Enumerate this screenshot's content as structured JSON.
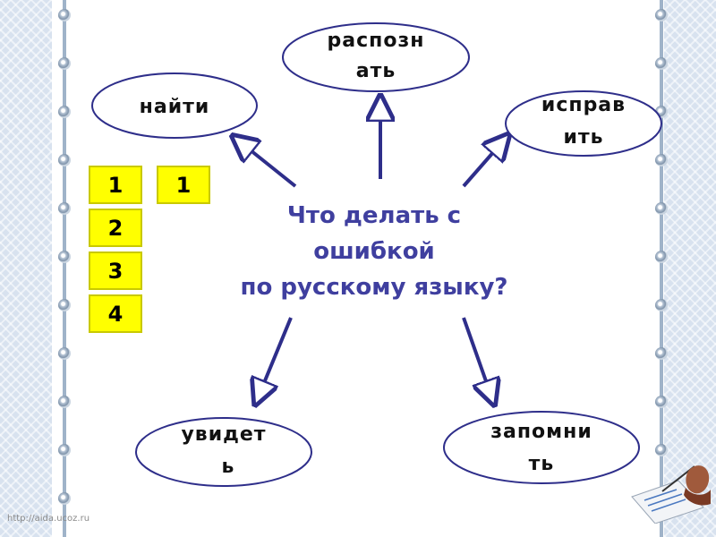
{
  "center_question": [
    "Что делать с",
    "ошибкой",
    "по русскому языку?"
  ],
  "nodes": {
    "raspoznat": [
      "распозн",
      "ать"
    ],
    "nayti": [
      "найти"
    ],
    "ispravit": [
      "исправ",
      "ить"
    ],
    "uvidet": [
      "увидет",
      "ь"
    ],
    "zapomnit": [
      "запомни",
      "ть"
    ]
  },
  "number_boxes": [
    "1",
    "2",
    "3",
    "4"
  ],
  "extra_box": "1",
  "watermark": "http://aida.ucoz.ru",
  "colors": {
    "center_text": "#3f3f9f",
    "arrow": "#2e2e8a",
    "box_fill": "#ffff00"
  }
}
